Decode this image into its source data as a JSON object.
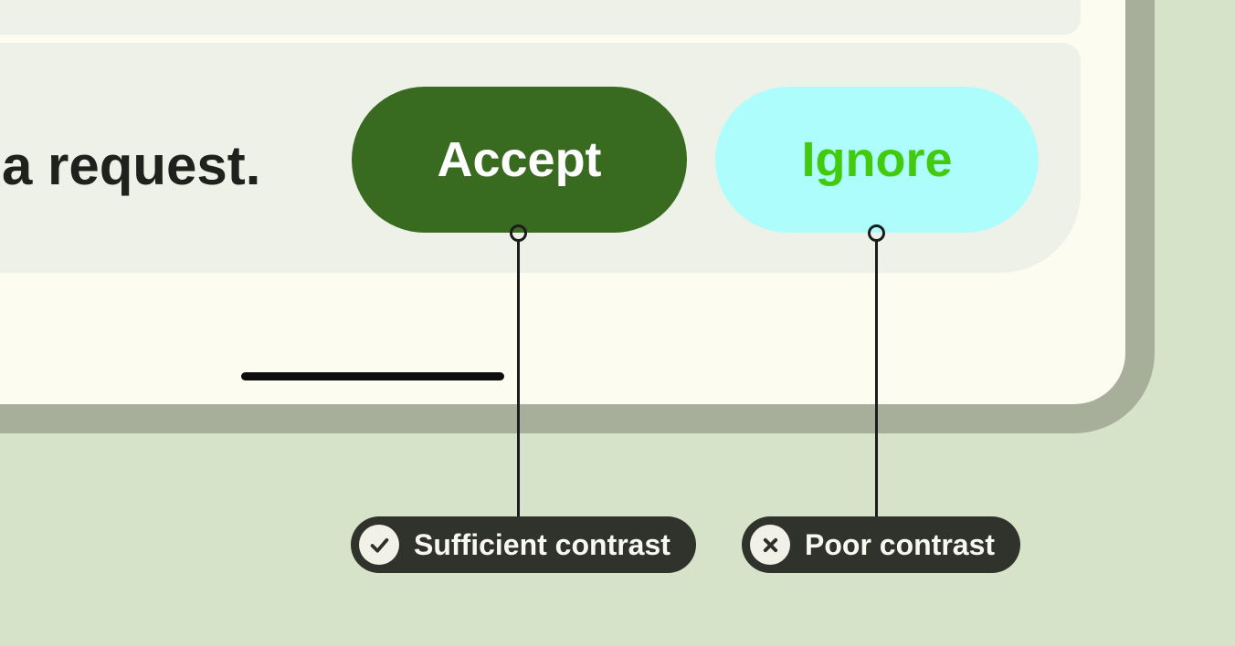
{
  "scene": {
    "purpose": "color-contrast accessibility illustration",
    "colors": {
      "page_background": "#d7e3c8",
      "card_background": "#fcfcf0",
      "card_border": "#a7ae9a",
      "panel_background": "#eef1e7",
      "message_text_color": "#1f221c",
      "accept_background": "#386a20",
      "accept_text_color": "#ffffff",
      "ignore_background": "#adfdfc",
      "ignore_text_color": "#42cb0d",
      "home_indicator": "#0e0e0e",
      "connector_ink": "#1c1c1c",
      "callout_background": "#30332b",
      "callout_text_color": "#f9f8ef",
      "badge_background": "#f2f1e8"
    }
  },
  "card": {
    "message_text": "a request.",
    "buttons": [
      {
        "label": "Accept"
      },
      {
        "label": "Ignore"
      }
    ]
  },
  "annotations": [
    {
      "label": "Sufficient contrast",
      "icon": "check-icon",
      "target": "accept-button"
    },
    {
      "label": "Poor contrast",
      "icon": "close-icon",
      "target": "ignore-button"
    }
  ]
}
